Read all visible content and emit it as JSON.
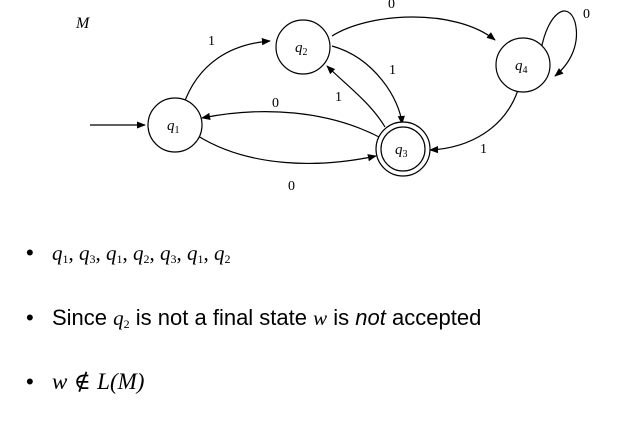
{
  "automaton": {
    "name": "M",
    "states": [
      {
        "id": "q1",
        "base": "q",
        "sub": "1",
        "accepting": false,
        "start": true
      },
      {
        "id": "q2",
        "base": "q",
        "sub": "2",
        "accepting": false,
        "start": false
      },
      {
        "id": "q3",
        "base": "q",
        "sub": "3",
        "accepting": true,
        "start": false
      },
      {
        "id": "q4",
        "base": "q",
        "sub": "4",
        "accepting": false,
        "start": false
      }
    ],
    "transitions": [
      {
        "from": "q1",
        "to": "q2",
        "label": "1"
      },
      {
        "from": "q2",
        "to": "q4",
        "label": "0"
      },
      {
        "from": "q4",
        "to": "q4",
        "label": "0"
      },
      {
        "from": "q2",
        "to": "q3",
        "label": "1"
      },
      {
        "from": "q3",
        "to": "q2",
        "label": "1"
      },
      {
        "from": "q3",
        "to": "q1",
        "label": "0"
      },
      {
        "from": "q1",
        "to": "q3",
        "label": "0"
      },
      {
        "from": "q4",
        "to": "q3",
        "label": "1"
      }
    ]
  },
  "bullets": {
    "sequence": [
      {
        "base": "q",
        "sub": "1",
        "sep": ","
      },
      {
        "base": "q",
        "sub": "3",
        "sep": ","
      },
      {
        "base": "q",
        "sub": "1",
        "sep": ","
      },
      {
        "base": "q",
        "sub": "2",
        "sep": ","
      },
      {
        "base": "q",
        "sub": "3",
        "sep": ","
      },
      {
        "base": "q",
        "sub": "1",
        "sep": ","
      },
      {
        "base": "q",
        "sub": "2",
        "sep": ""
      }
    ],
    "line2": {
      "prefix": "Since",
      "state_base": "q",
      "state_sub": "2",
      "middle": "is not a final state",
      "w": "w",
      "is": "is",
      "not": "not",
      "suffix": "accepted"
    },
    "line3": {
      "w": "w",
      "notin": "∉",
      "lang": "L(M)"
    }
  }
}
